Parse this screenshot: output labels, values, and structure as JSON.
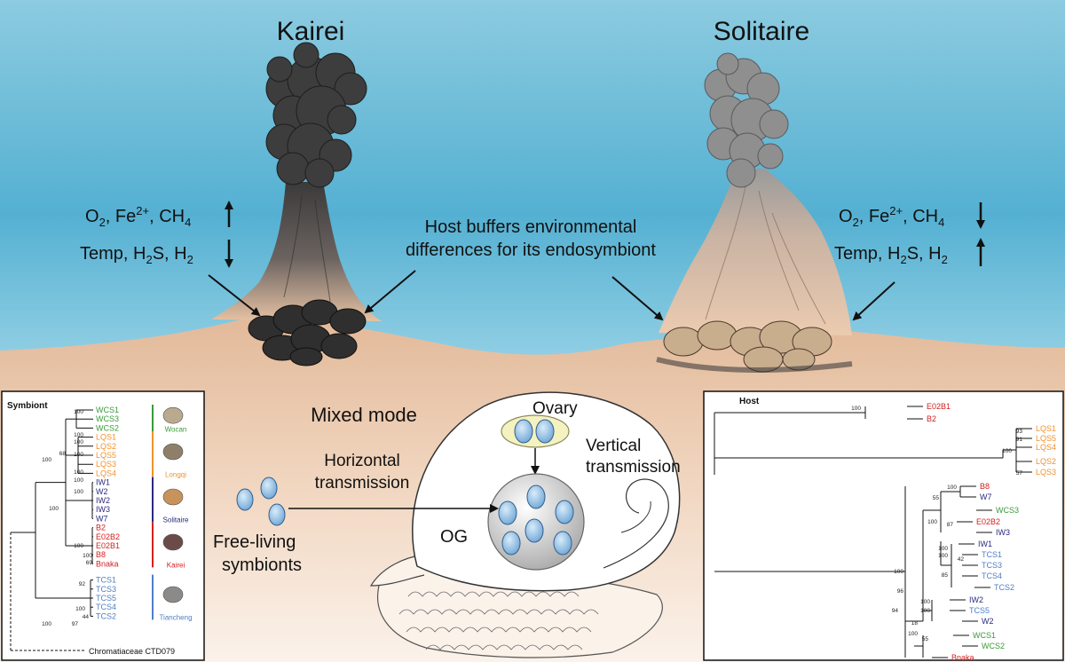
{
  "colors": {
    "sky_top": "#86c9df",
    "sky_bottom": "#cfe9f2",
    "sand": "#e7c3a6",
    "smoke_dark": "#3f3f3f",
    "smoke_light": "#8e8e8e",
    "wocan": "#3a9a3a",
    "longqi": "#f0922d",
    "solitaire": "#2a2a80",
    "kairei": "#d42020",
    "tiancheng": "#4f7fc6"
  },
  "vents": {
    "kairei_title": "Kairei",
    "solitaire_title": "Solitaire",
    "kairei_line1": [
      "O",
      "2",
      ", Fe",
      "2+",
      ", CH",
      "4"
    ],
    "kairei_line2": [
      "Temp, H",
      "2",
      "S, H",
      "2"
    ],
    "solitaire_line1": [
      "O",
      "2",
      ", Fe",
      "2+",
      ", CH",
      "4"
    ],
    "solitaire_line2": [
      "Temp, H",
      "2",
      "S, H",
      "2"
    ],
    "center_line1": "Host buffers environmental",
    "center_line2": "differences for its endosymbiont"
  },
  "middle": {
    "mixed_mode": "Mixed mode",
    "ovary": "Ovary",
    "vertical_1": "Vertical",
    "vertical_2": "transmission",
    "horizontal_1": "Horizontal",
    "horizontal_2": "transmission",
    "og": "OG",
    "free_1": "Free-living",
    "free_2": "symbionts"
  },
  "symbiont_tree": {
    "title": "Symbiont",
    "outgroup": "Chromatiaceae CTD079",
    "groups": [
      {
        "name": "Wocan",
        "color": "wocan",
        "tips": [
          "WCS1",
          "WCS3",
          "WCS2"
        ]
      },
      {
        "name": "Longqi",
        "color": "longqi",
        "tips": [
          "LQS1",
          "LQS2",
          "LQS5",
          "LQS3",
          "LQS4"
        ]
      },
      {
        "name": "Solitaire",
        "color": "solitaire",
        "tips": [
          "IW1",
          "W2",
          "IW2",
          "IW3",
          "W7"
        ]
      },
      {
        "name": "Kairei",
        "color": "kairei",
        "tips": [
          "B2",
          "E02B2",
          "E02B1",
          "B8",
          "Bnaka"
        ]
      },
      {
        "name": "Tiancheng",
        "color": "tiancheng",
        "tips": [
          "TCS1",
          "TCS3",
          "TCS5",
          "TCS4",
          "TCS2"
        ]
      }
    ],
    "support": [
      "100",
      "100",
      "100",
      "100",
      "68",
      "100",
      "100",
      "100",
      "100",
      "100",
      "100",
      "69",
      "100",
      "92",
      "100",
      "44",
      "97",
      "100"
    ]
  },
  "host_tree": {
    "title": "Host",
    "tips": [
      {
        "label": "E02B1",
        "color": "kairei"
      },
      {
        "label": "B2",
        "color": "kairei"
      },
      {
        "label": "LQS1",
        "color": "longqi"
      },
      {
        "label": "LQS5",
        "color": "longqi"
      },
      {
        "label": "LQS4",
        "color": "longqi"
      },
      {
        "label": "LQS2",
        "color": "longqi"
      },
      {
        "label": "LQS3",
        "color": "longqi"
      },
      {
        "label": "B8",
        "color": "kairei"
      },
      {
        "label": "W7",
        "color": "solitaire"
      },
      {
        "label": "WCS3",
        "color": "wocan"
      },
      {
        "label": "E02B2",
        "color": "kairei"
      },
      {
        "label": "IW3",
        "color": "solitaire"
      },
      {
        "label": "IW1",
        "color": "solitaire"
      },
      {
        "label": "TCS1",
        "color": "tiancheng"
      },
      {
        "label": "TCS3",
        "color": "tiancheng"
      },
      {
        "label": "TCS4",
        "color": "tiancheng"
      },
      {
        "label": "TCS2",
        "color": "tiancheng"
      },
      {
        "label": "IW2",
        "color": "solitaire"
      },
      {
        "label": "TCS5",
        "color": "tiancheng"
      },
      {
        "label": "W2",
        "color": "solitaire"
      },
      {
        "label": "WCS1",
        "color": "wocan"
      },
      {
        "label": "WCS2",
        "color": "wocan"
      },
      {
        "label": "Bnaka",
        "color": "kairei"
      }
    ],
    "support": [
      "100",
      "93",
      "91",
      "100",
      "57",
      "100",
      "100",
      "55",
      "100",
      "87",
      "100",
      "100",
      "42",
      "85",
      "96",
      "94",
      "100",
      "100",
      "55",
      "18",
      "100"
    ]
  }
}
